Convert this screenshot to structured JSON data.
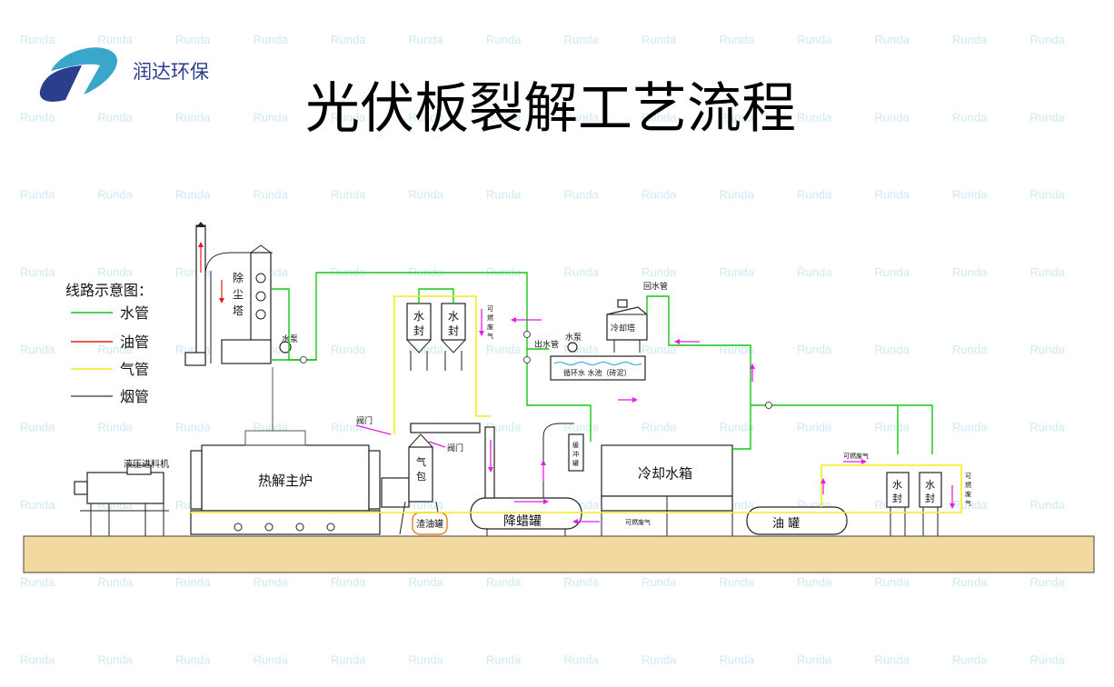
{
  "brand": {
    "name": "润达环保",
    "watermark": "Runda",
    "colors": {
      "logo_teal": "#3aa6c9",
      "logo_navy": "#2a3e8c"
    }
  },
  "title": "光伏板裂解工艺流程",
  "legend": {
    "heading": "线路示意图：",
    "items": [
      {
        "label": "水管",
        "color": "#16c616"
      },
      {
        "label": "油管",
        "color": "#e02020"
      },
      {
        "label": "气管",
        "color": "#f2ef1a"
      },
      {
        "label": "烟管",
        "color": "#555555"
      }
    ]
  },
  "equipment": {
    "hydraulic_feeder": "液压进料机",
    "main_furnace": "热解主炉",
    "dust_tower": [
      "除",
      "尘",
      "塔"
    ],
    "pump_label": "水泵",
    "valve_label": "阀门",
    "air_bag": [
      "气",
      "包"
    ],
    "slag_tank": "渣油罐",
    "wax_tank": "降蜡罐",
    "buffer_tank": [
      "缓",
      "冲",
      "罐"
    ],
    "cooling_box": "冷却水箱",
    "oil_tank": "油    罐",
    "water_seal": [
      "水",
      "封"
    ],
    "cooling_tower": "冷却塔",
    "outlet_pipe": "出水管",
    "return_pipe": "回水管",
    "pool": "循环水  水池（砖泥）",
    "combustible_gas": "可燃废气",
    "combustible_gas_v": [
      "可",
      "燃",
      "废",
      "气"
    ]
  }
}
